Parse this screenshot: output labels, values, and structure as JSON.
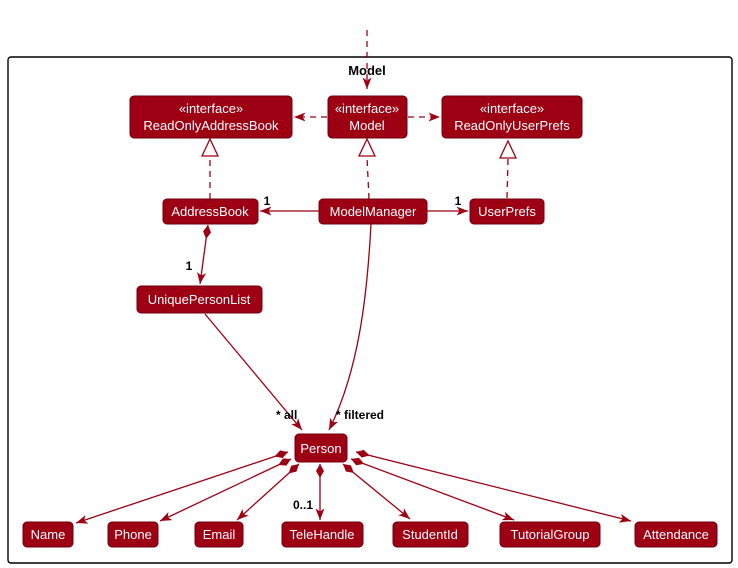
{
  "title_label": "Model",
  "stereotype": "«interface»",
  "nodes": {
    "read_only_address_book": "ReadOnlyAddressBook",
    "model": "Model",
    "read_only_user_prefs": "ReadOnlyUserPrefs",
    "address_book": "AddressBook",
    "model_manager": "ModelManager",
    "user_prefs": "UserPrefs",
    "unique_person_list": "UniquePersonList",
    "person": "Person",
    "name": "Name",
    "phone": "Phone",
    "email": "Email",
    "tele_handle": "TeleHandle",
    "student_id": "StudentId",
    "tutorial_group": "TutorialGroup",
    "attendance": "Attendance"
  },
  "multiplicities": {
    "model_manager_to_address_book": "1",
    "model_manager_to_user_prefs": "1",
    "address_book_to_unique_person_list": "1",
    "unique_person_list_to_person": "* all",
    "model_manager_to_person": "* filtered",
    "person_to_tele_handle": "0..1"
  },
  "colors": {
    "node_fill": "#9D0012",
    "node_border": "#6E000D",
    "edge": "#9D0012",
    "annotation": "#000000",
    "frame_border": "#000000",
    "background": "#FFFFFF"
  }
}
